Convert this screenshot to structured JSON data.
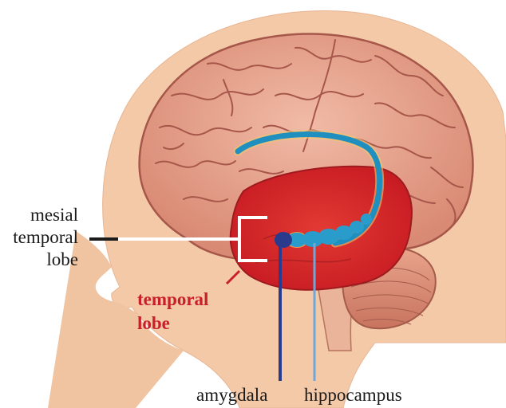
{
  "labels": {
    "mesial": [
      "mesial",
      "temporal",
      "lobe"
    ],
    "temporal_lobe": [
      "temporal",
      "lobe"
    ],
    "amygdala": "amygdala",
    "hippocampus": "hippocampus"
  },
  "colors": {
    "head_skin": "#f3c9a8",
    "brain": "#e7a793",
    "brain_outline": "#a7574a",
    "temporal_lobe": "#d9282c",
    "hippocampus": "#2a9ccc",
    "amygdala": "#2a3a8c",
    "label_red": "#c8202a"
  }
}
